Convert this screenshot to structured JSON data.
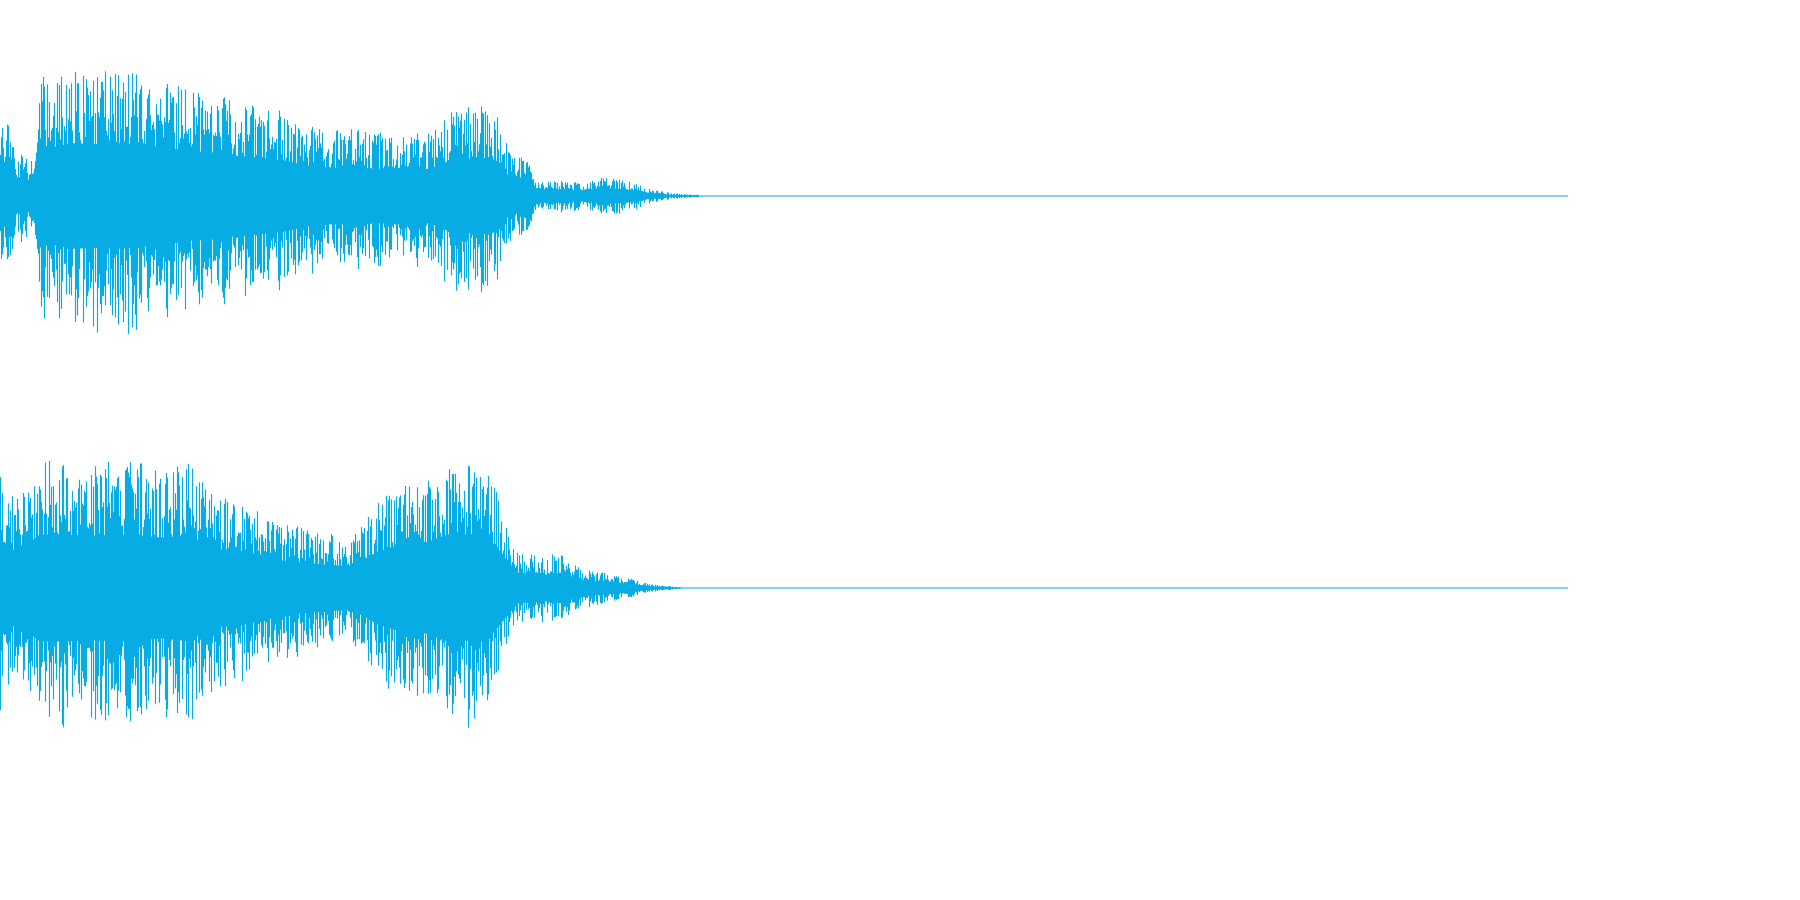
{
  "waveform": {
    "color": "#06ace3",
    "background": "#ffffff",
    "channel_count": 2,
    "channels": [
      {
        "name": "channel-1",
        "envelope": [
          [
            0.0,
            0.58
          ],
          [
            0.005,
            0.55
          ],
          [
            0.01,
            0.3
          ],
          [
            0.015,
            0.32
          ],
          [
            0.02,
            0.28
          ],
          [
            0.025,
            0.92
          ],
          [
            0.035,
            0.9
          ],
          [
            0.045,
            0.97
          ],
          [
            0.06,
            0.95
          ],
          [
            0.075,
            0.97
          ],
          [
            0.09,
            0.93
          ],
          [
            0.105,
            0.9
          ],
          [
            0.12,
            0.82
          ],
          [
            0.135,
            0.8
          ],
          [
            0.15,
            0.74
          ],
          [
            0.165,
            0.7
          ],
          [
            0.18,
            0.66
          ],
          [
            0.195,
            0.56
          ],
          [
            0.21,
            0.52
          ],
          [
            0.225,
            0.52
          ],
          [
            0.24,
            0.5
          ],
          [
            0.255,
            0.52
          ],
          [
            0.27,
            0.48
          ],
          [
            0.282,
            0.58
          ],
          [
            0.288,
            0.7
          ],
          [
            0.3,
            0.68
          ],
          [
            0.312,
            0.7
          ],
          [
            0.318,
            0.62
          ],
          [
            0.325,
            0.32
          ],
          [
            0.335,
            0.3
          ],
          [
            0.343,
            0.12
          ],
          [
            0.355,
            0.12
          ],
          [
            0.37,
            0.1
          ],
          [
            0.385,
            0.15
          ],
          [
            0.4,
            0.12
          ],
          [
            0.415,
            0.05
          ],
          [
            0.43,
            0.02
          ],
          [
            0.445,
            0.008
          ],
          [
            0.45,
            0.0
          ],
          [
            1.0,
            0.0
          ]
        ]
      },
      {
        "name": "channel-2",
        "envelope": [
          [
            0.0,
            0.88
          ],
          [
            0.008,
            0.7
          ],
          [
            0.015,
            0.75
          ],
          [
            0.025,
            0.98
          ],
          [
            0.04,
            0.98
          ],
          [
            0.06,
            0.96
          ],
          [
            0.075,
            0.98
          ],
          [
            0.09,
            0.96
          ],
          [
            0.105,
            0.92
          ],
          [
            0.12,
            0.98
          ],
          [
            0.135,
            0.72
          ],
          [
            0.15,
            0.7
          ],
          [
            0.165,
            0.62
          ],
          [
            0.18,
            0.5
          ],
          [
            0.195,
            0.46
          ],
          [
            0.21,
            0.42
          ],
          [
            0.225,
            0.4
          ],
          [
            0.24,
            0.66
          ],
          [
            0.255,
            0.8
          ],
          [
            0.27,
            0.82
          ],
          [
            0.285,
            0.98
          ],
          [
            0.3,
            0.96
          ],
          [
            0.312,
            0.9
          ],
          [
            0.322,
            0.55
          ],
          [
            0.33,
            0.28
          ],
          [
            0.345,
            0.24
          ],
          [
            0.358,
            0.28
          ],
          [
            0.37,
            0.15
          ],
          [
            0.385,
            0.12
          ],
          [
            0.4,
            0.08
          ],
          [
            0.415,
            0.03
          ],
          [
            0.43,
            0.01
          ],
          [
            0.442,
            0.0
          ],
          [
            1.0,
            0.0
          ]
        ]
      }
    ]
  }
}
